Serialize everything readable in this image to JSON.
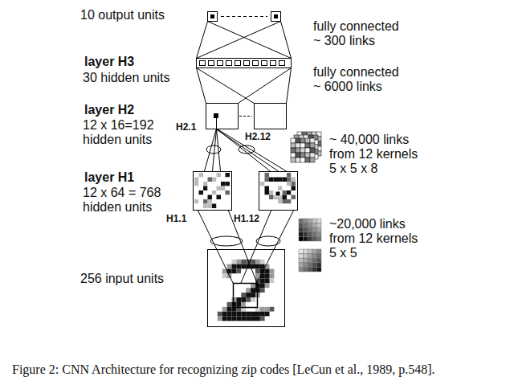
{
  "diagram": {
    "caption": "Figure 2: CNN Architecture for recognizing zip codes [LeCun et al., 1989, p.548].",
    "nodes": [
      {
        "text": [
          "H2.1"
        ]
      },
      {
        "text": [
          "H2.12"
        ]
      },
      {
        "text": [
          "H1.1"
        ]
      },
      {
        "text": [
          "H1.12"
        ]
      }
    ],
    "edges": [
      {
        "from": 0,
        "to": 2,
        "arrow": "none"
      },
      {
        "from": 0,
        "to": 3,
        "arrow": "none"
      }
    ],
    "labels": [
      "10 output units",
      "layer H3",
      "30 hidden units",
      "layer H2",
      "12 x 16=192 hidden units",
      "layer H1",
      "12 x 64 = 768 hidden units",
      "256 input units",
      "fully connected ~ 300 links",
      "fully connected ~ 6000 links",
      "~ 40,000 links from 12 kernels 5 x 5 x 8",
      "~20,000 links from 12 kernels 5 x 5"
    ]
  }
}
